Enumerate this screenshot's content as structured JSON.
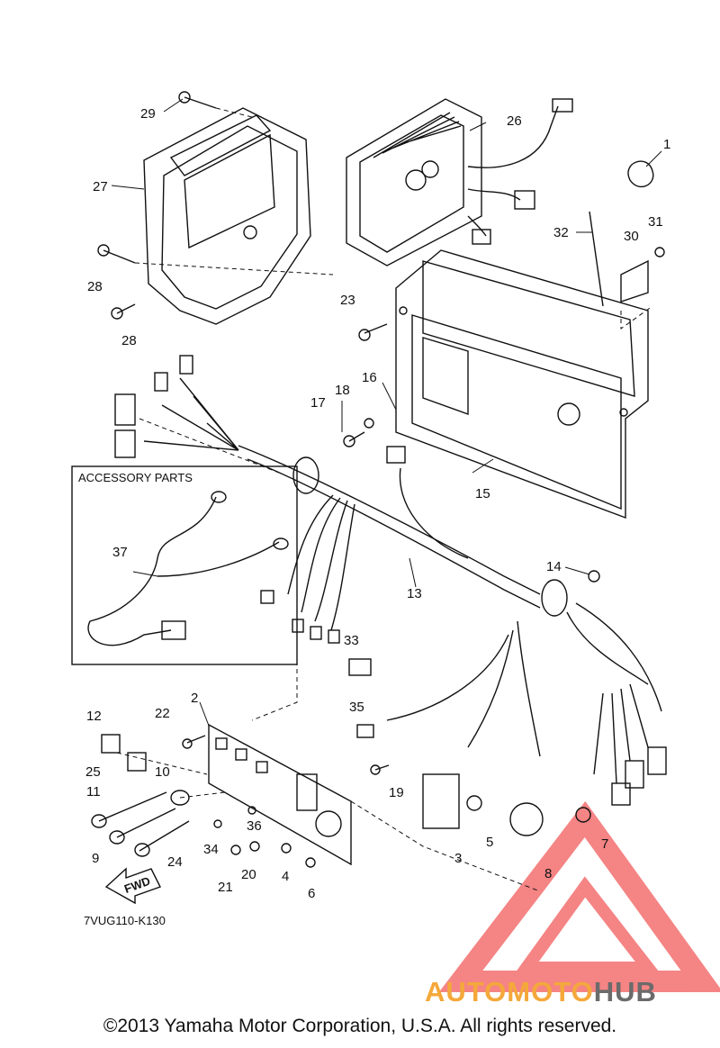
{
  "diagram": {
    "part_code": "7VUG110-K130",
    "accessory_label": "ACCESSORY PARTS",
    "fwd_label": "FWD",
    "callouts": [
      {
        "id": "1",
        "text": "1"
      },
      {
        "id": "2",
        "text": "2"
      },
      {
        "id": "3",
        "text": "3"
      },
      {
        "id": "4",
        "text": "4"
      },
      {
        "id": "5",
        "text": "5"
      },
      {
        "id": "6",
        "text": "6"
      },
      {
        "id": "7",
        "text": "7"
      },
      {
        "id": "8",
        "text": "8"
      },
      {
        "id": "9",
        "text": "9"
      },
      {
        "id": "10",
        "text": "10"
      },
      {
        "id": "11",
        "text": "11"
      },
      {
        "id": "12",
        "text": "12"
      },
      {
        "id": "13",
        "text": "13"
      },
      {
        "id": "14",
        "text": "14"
      },
      {
        "id": "15",
        "text": "15"
      },
      {
        "id": "16",
        "text": "16"
      },
      {
        "id": "17",
        "text": "17"
      },
      {
        "id": "18",
        "text": "18"
      },
      {
        "id": "19",
        "text": "19"
      },
      {
        "id": "20",
        "text": "20"
      },
      {
        "id": "21",
        "text": "21"
      },
      {
        "id": "22",
        "text": "22"
      },
      {
        "id": "23",
        "text": "23"
      },
      {
        "id": "24",
        "text": "24"
      },
      {
        "id": "25",
        "text": "25"
      },
      {
        "id": "26",
        "text": "26"
      },
      {
        "id": "27",
        "text": "27"
      },
      {
        "id": "28a",
        "text": "28"
      },
      {
        "id": "28b",
        "text": "28"
      },
      {
        "id": "29",
        "text": "29"
      },
      {
        "id": "30",
        "text": "30"
      },
      {
        "id": "31",
        "text": "31"
      },
      {
        "id": "32",
        "text": "32"
      },
      {
        "id": "33",
        "text": "33"
      },
      {
        "id": "34",
        "text": "34"
      },
      {
        "id": "35",
        "text": "35"
      },
      {
        "id": "36",
        "text": "36"
      },
      {
        "id": "37",
        "text": "37"
      }
    ]
  },
  "watermark": {
    "part1": "AUTOMOTO",
    "part2": "HUB",
    "color1": "#f4a83a",
    "color2": "#6b6b6b",
    "logo_color": "#f25c5c"
  },
  "copyright": "©2013 Yamaha Motor Corporation, U.S.A. All rights reserved."
}
